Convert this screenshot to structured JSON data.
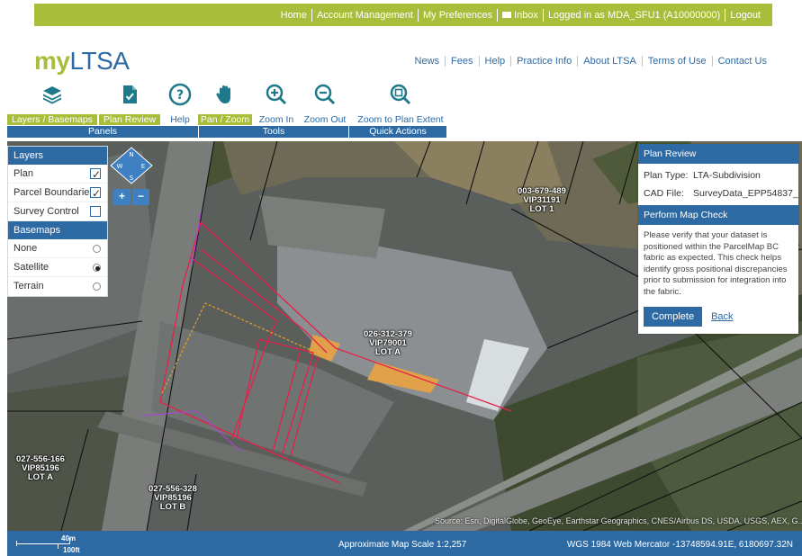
{
  "topnav": {
    "items": [
      "Home",
      "Account Management",
      "My Preferences",
      "Inbox",
      "Logged in as MDA_SFU1 (A10000000)",
      "Logout"
    ]
  },
  "logo": {
    "my": "my",
    "ltsa": "LTSA"
  },
  "links": [
    "News",
    "Fees",
    "Help",
    "Practice Info",
    "About LTSA",
    "Terms of Use",
    "Contact Us"
  ],
  "toolbar": {
    "tools": [
      {
        "label": "Layers / Basemaps",
        "icon": "layers-icon"
      },
      {
        "label": "Plan Review",
        "icon": "document-icon"
      },
      {
        "label": "Help",
        "icon": "help-icon"
      },
      {
        "label": "Pan / Zoom",
        "icon": "hand-icon"
      },
      {
        "label": "Zoom In",
        "icon": "zoom-in-icon"
      },
      {
        "label": "Zoom Out",
        "icon": "zoom-out-icon"
      },
      {
        "label": "Zoom to Plan Extent",
        "icon": "zoom-extent-icon"
      }
    ],
    "groups": [
      "Panels",
      "Tools",
      "Quick Actions"
    ],
    "colors": {
      "accent": "#a8bd3a",
      "brand": "#2d6aa3"
    }
  },
  "layers": {
    "title": "Layers",
    "items": [
      {
        "label": "Plan",
        "checked": true
      },
      {
        "label": "Parcel Boundaries",
        "checked": true
      },
      {
        "label": "Survey Control",
        "checked": false
      }
    ],
    "basemaps_title": "Basemaps",
    "basemaps": [
      {
        "label": "None",
        "selected": false
      },
      {
        "label": "Satellite",
        "selected": true
      },
      {
        "label": "Terrain",
        "selected": false
      }
    ]
  },
  "compass": {
    "n": "N",
    "e": "E",
    "s": "S",
    "w": "W",
    "zoom_in": "+",
    "zoom_out": "−"
  },
  "review": {
    "title": "Plan Review",
    "plan_type_label": "Plan Type:",
    "plan_type_value": "LTA-Subdivision",
    "cad_label": "CAD File:",
    "cad_value": "SurveyData_EPP54837_...",
    "check_title": "Perform Map Check",
    "description": "Please verify that your dataset is positioned within the ParcelMap BC fabric as expected. This check helps identify gross positional discrepancies prior to submission for integration into the fabric.",
    "complete_label": "Complete",
    "back_label": "Back"
  },
  "parcels": [
    {
      "pid": "003-679-489",
      "plan": "VIP31191",
      "lot": "LOT 1"
    },
    {
      "pid": "026-312-379",
      "plan": "VIP79001",
      "lot": "LOT A"
    },
    {
      "pid": "027-556-166",
      "plan": "VIP85196",
      "lot": "LOT A"
    },
    {
      "pid": "027-556-328",
      "plan": "VIP85196",
      "lot": "LOT B"
    }
  ],
  "source": "Source: Esri, DigitalGlobe, GeoEye, Earthstar Geographics, CNES/Airbus DS, USDA, USGS, AEX, G...",
  "footer": {
    "scale_m": "40m",
    "scale_ft": "100ft",
    "scale_text": "Approximate Map Scale 1:2,257",
    "coords": "WGS 1984 Web Mercator  -13748594.91E, 6180697.32N"
  }
}
